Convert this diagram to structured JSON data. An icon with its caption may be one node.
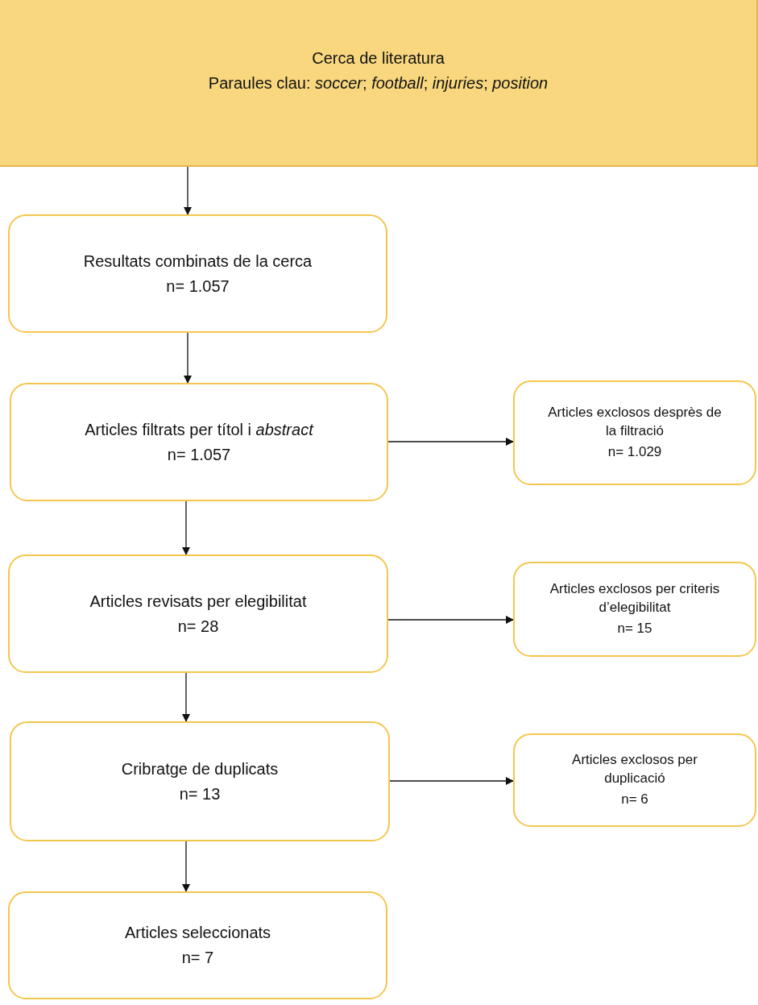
{
  "diagram": {
    "nodes": [
      {
        "text": [
          "Cerca de literatura",
          "Paraules clau: *soccer*; *football*; *injuries*; *position*"
        ]
      },
      {
        "text": [
          "Resultats combinats de la cerca",
          "n= 1.057"
        ]
      },
      {
        "text": [
          "Articles filtrats per títol i *abstract*",
          "n= 1.057"
        ]
      },
      {
        "text": [
          "Articles exclosos desprès de la filtració",
          "n= 1.029"
        ]
      },
      {
        "text": [
          "Articles revisats per elegibilitat",
          "n= 28"
        ]
      },
      {
        "text": [
          "Articles exclosos per criteris d’elegibilitat",
          "n= 15"
        ]
      },
      {
        "text": [
          "Cribratge de duplicats",
          "n= 13"
        ]
      },
      {
        "text": [
          "Articles exclosos per duplicació",
          "n= 6"
        ]
      },
      {
        "text": [
          "Articles seleccionats",
          "n= 7"
        ]
      }
    ],
    "edges": [
      {
        "from": 0,
        "to": 1,
        "arrow": "to"
      },
      {
        "from": 1,
        "to": 2,
        "arrow": "to"
      },
      {
        "from": 2,
        "to": 3,
        "arrow": "to"
      },
      {
        "from": 2,
        "to": 4,
        "arrow": "to"
      },
      {
        "from": 4,
        "to": 5,
        "arrow": "to"
      },
      {
        "from": 4,
        "to": 6,
        "arrow": "to"
      },
      {
        "from": 6,
        "to": 7,
        "arrow": "to"
      },
      {
        "from": 6,
        "to": 8,
        "arrow": "to"
      }
    ]
  }
}
